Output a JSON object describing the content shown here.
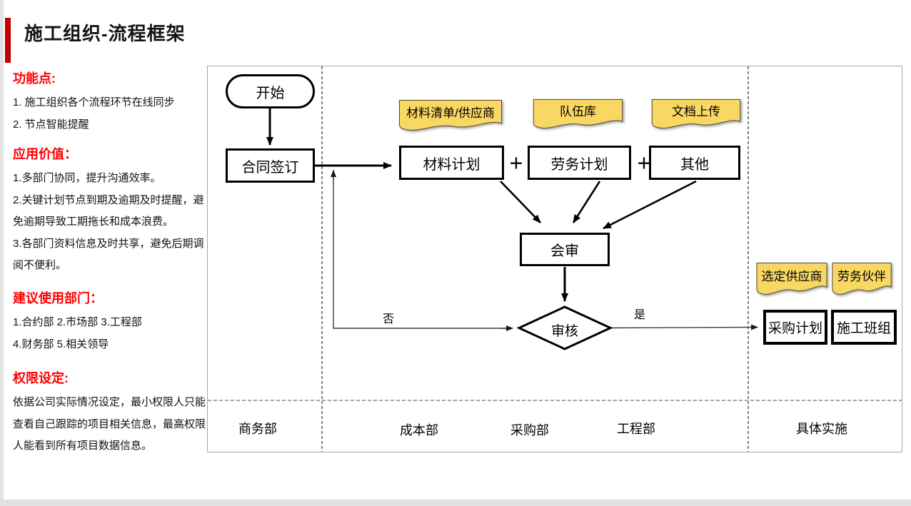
{
  "title": "施工组织-流程框架",
  "sidebar": {
    "sections": [
      {
        "heading": "功能点:",
        "lines": [
          "1. 施工组织各个流程环节在线同步",
          "2. 节点智能提醒"
        ]
      },
      {
        "heading": "应用价值：",
        "lines": [
          "1.多部门协同，提升沟通效率。",
          "2.关键计划节点到期及逾期及时提醒，避",
          "免逾期导致工期拖长和成本浪费。",
          "3.各部门资料信息及时共享，避免后期调",
          "阅不便利。"
        ]
      },
      {
        "heading": "建议使用部门：",
        "lines": [
          "1.合约部 2.市场部 3.工程部",
          "4.财务部 5.相关领导"
        ]
      },
      {
        "heading": "权限设定:",
        "lines": [
          "依据公司实际情况设定，最小权限人只能",
          "查看自己跟踪的项目相关信息，最高权限",
          "人能看到所有项目数据信息。"
        ]
      }
    ]
  },
  "flowchart": {
    "start": "开始",
    "contract": "合同签订",
    "material_plan": "材料计划",
    "labor_plan": "劳务计划",
    "other": "其他",
    "plus": "+",
    "joint_review": "会审",
    "review": "审核",
    "purchase_plan": "采购计划",
    "construction_crew": "施工班组",
    "branch_no": "否",
    "branch_yes": "是",
    "notes": {
      "material_list": "材料清单/供应商",
      "team_library": "队伍库",
      "doc_upload": "文档上传",
      "selected_supplier": "选定供应商",
      "labor_partner": "劳务伙伴"
    },
    "lanes": [
      "商务部",
      "成本部",
      "采购部",
      "工程部",
      "具体实施"
    ]
  },
  "colors": {
    "accent_red": "#C00000",
    "heading_red": "#FF0000",
    "note_fill": "#F9D763",
    "note_border": "#4a4a3a",
    "line_black": "#000000",
    "thin_line": "#3d3d3d"
  }
}
